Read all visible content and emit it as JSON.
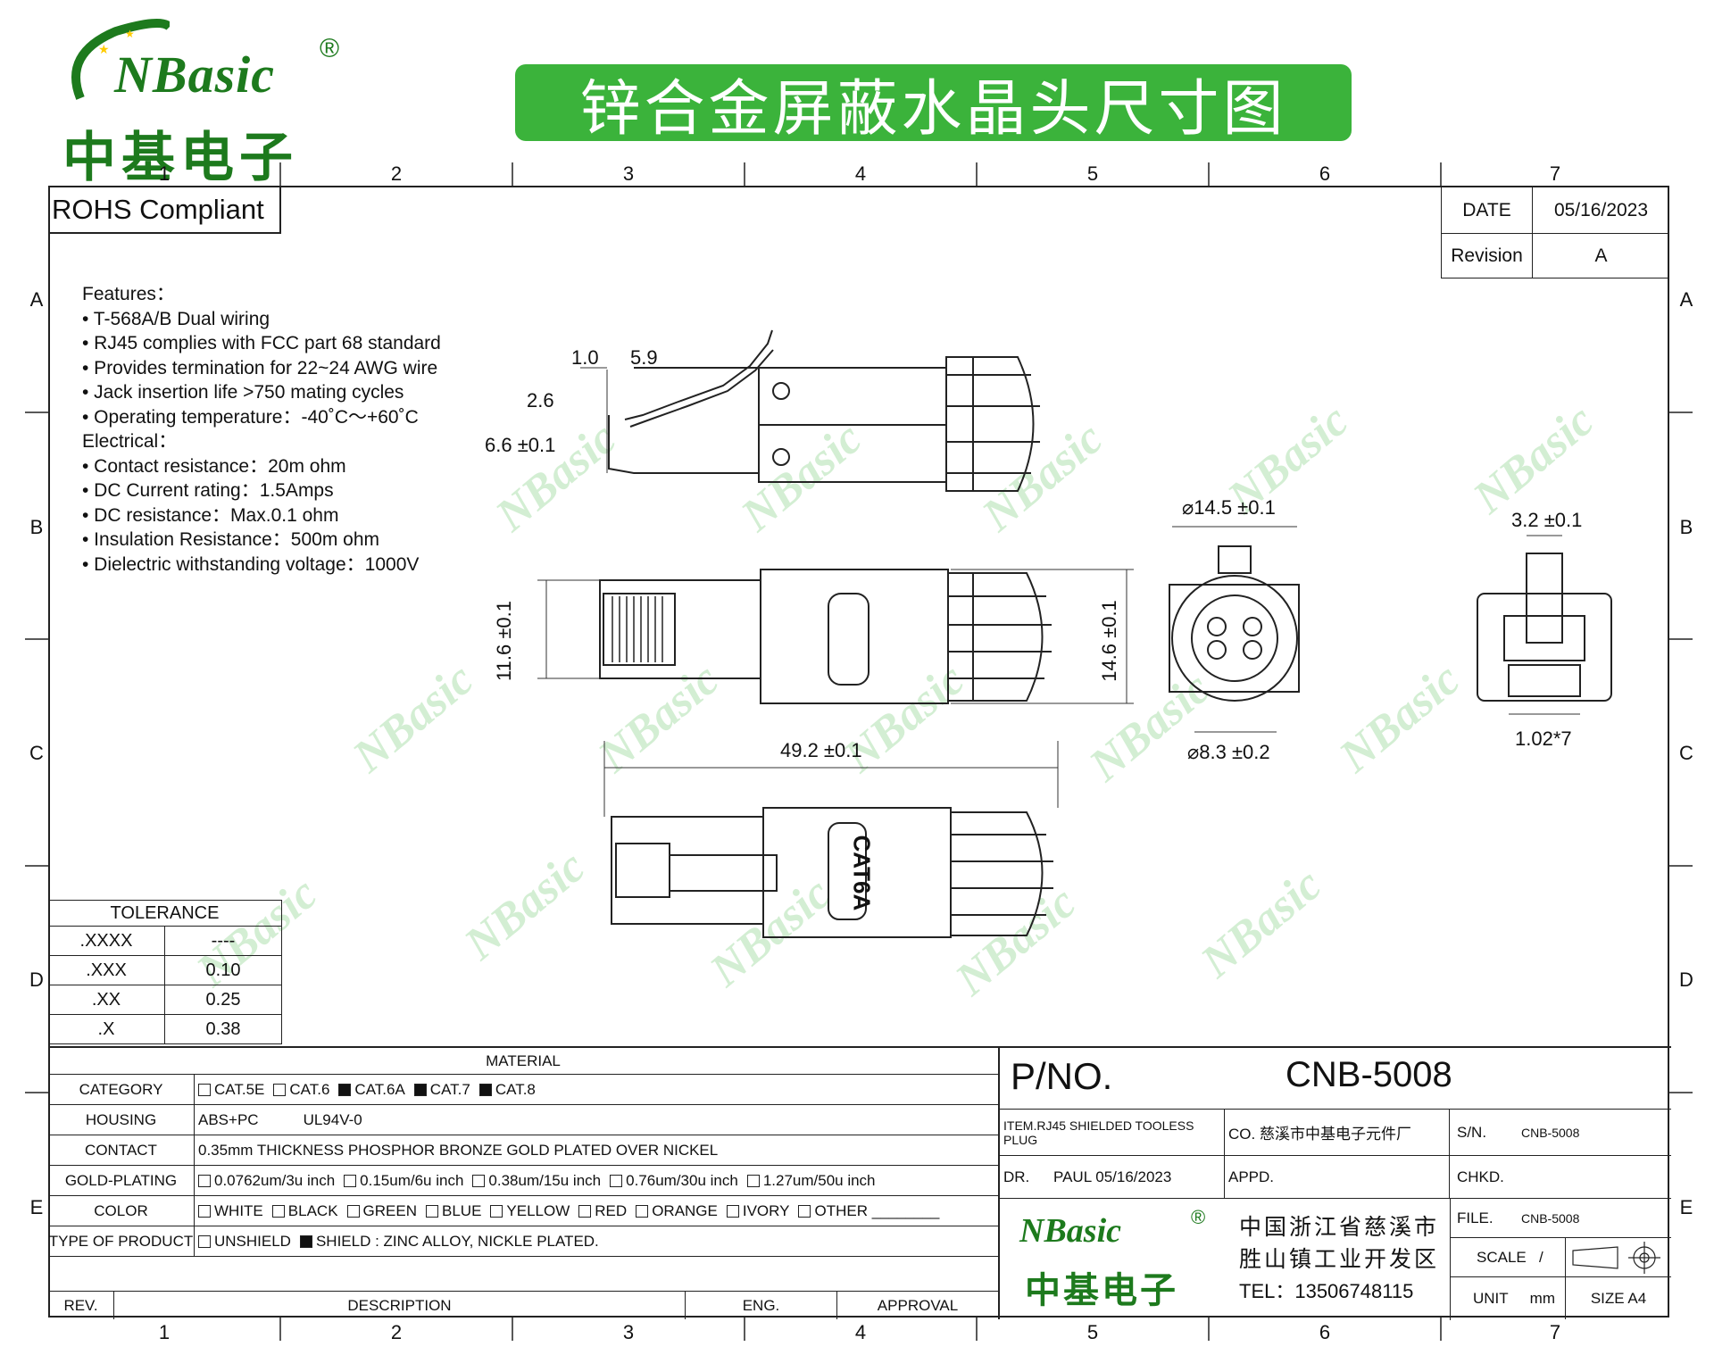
{
  "logo": {
    "name": "NBasic",
    "reg": "®",
    "cn": "中基电子"
  },
  "banner": "锌合金屏蔽水晶头尺寸图",
  "col_numbers": [
    "1",
    "2",
    "3",
    "4",
    "5",
    "6",
    "7"
  ],
  "row_letters": [
    "A",
    "B",
    "C",
    "D",
    "E"
  ],
  "rohs": "ROHS Compliant",
  "header_table": {
    "date_label": "DATE",
    "date_value": "05/16/2023",
    "rev_label": "Revision",
    "rev_value": "A"
  },
  "features": [
    "Features：",
    "• T-568A/B Dual wiring",
    "• RJ45 complies with FCC part 68 standard",
    "• Provides termination for 22~24 AWG wire",
    "• Jack insertion life >750 mating cycles",
    "• Operating temperature：-40˚C～+60˚C",
    "Electrical：",
    "• Contact resistance：20m ohm",
    "• DC Current rating：1.5Amps",
    "• DC resistance：Max.0.1 ohm",
    "• Insulation Resistance：500m ohm",
    "• Dielectric withstanding voltage：1000V"
  ],
  "dimensions": {
    "d1": "1.0",
    "d2": "5.9",
    "d3": "2.6",
    "d4": "6.6 ±0.1",
    "d5": "11.6 ±0.1",
    "d6": "14.6 ±0.1",
    "d7": "49.2 ±0.1",
    "d8": "⌀14.5 ±0.1",
    "d9": "⌀8.3 ±0.2",
    "d10": "3.2 ±0.1",
    "d11": "1.02*7"
  },
  "cat_label": "CAT6A",
  "watermark": "NBasic",
  "tolerance": {
    "title": "TOLERANCE",
    "rows": [
      [
        ".XXXX",
        "----"
      ],
      [
        ".XXX",
        "0.10"
      ],
      [
        ".XX",
        "0.25"
      ],
      [
        ".X",
        "0.38"
      ]
    ]
  },
  "spec": {
    "material": "MATERIAL",
    "category_label": "CATEGORY",
    "category_opts": [
      {
        "t": "CAT.5E",
        "on": false
      },
      {
        "t": "CAT.6",
        "on": false
      },
      {
        "t": "CAT.6A",
        "on": true
      },
      {
        "t": "CAT.7",
        "on": true
      },
      {
        "t": "CAT.8",
        "on": true
      }
    ],
    "housing_label": "HOUSING",
    "housing_value": "ABS+PC",
    "housing_rating": "UL94V-0",
    "contact_label": "CONTACT",
    "contact_value": "0.35mm THICKNESS PHOSPHOR BRONZE GOLD PLATED OVER NICKEL",
    "gold_label": "GOLD-PLATING",
    "gold_opts": [
      {
        "t": "0.0762um/3u inch",
        "on": false
      },
      {
        "t": "0.15um/6u inch",
        "on": false
      },
      {
        "t": "0.38um/15u inch",
        "on": false
      },
      {
        "t": "0.76um/30u inch",
        "on": false
      },
      {
        "t": "1.27um/50u inch",
        "on": false
      }
    ],
    "color_label": "COLOR",
    "color_opts": [
      {
        "t": "WHITE",
        "on": false
      },
      {
        "t": "BLACK",
        "on": false
      },
      {
        "t": "GREEN",
        "on": false
      },
      {
        "t": "BLUE",
        "on": false
      },
      {
        "t": "YELLOW",
        "on": false
      },
      {
        "t": "RED",
        "on": false
      },
      {
        "t": "ORANGE",
        "on": false
      },
      {
        "t": "IVORY",
        "on": false
      },
      {
        "t": "OTHER ________",
        "on": false
      }
    ],
    "type_label": "TYPE OF PRODUCT",
    "type_opts": [
      {
        "t": "UNSHIELD",
        "on": false
      },
      {
        "t": "SHIELD : ZINC ALLOY, NICKLE PLATED.",
        "on": true
      }
    ]
  },
  "rev_row": {
    "rev": "REV.",
    "desc": "DESCRIPTION",
    "eng": "ENG.",
    "appr": "APPROVAL"
  },
  "title_block": {
    "pno_label": "P/NO.",
    "pno_value": "CNB-5008",
    "item": "ITEM.RJ45 SHIELDED TOOLESS PLUG",
    "co": "CO. 慈溪市中基电子元件厂",
    "sn_label": "S/N.",
    "sn_value": "CNB-5008",
    "dr_label": "DR.",
    "dr_value": "PAUL  05/16/2023",
    "appd": "APPD.",
    "chkd": "CHKD.",
    "addr1": "中国浙江省慈溪市",
    "addr2": "胜山镇工业开发区",
    "tel": "TEL：13506748115",
    "file_label": "FILE.",
    "file_value": "CNB-5008",
    "scale_label": "SCALE",
    "scale_value": "/",
    "unit_label": "UNIT",
    "unit_value": "mm",
    "size": "SIZE A4"
  },
  "colors": {
    "green": "#3bb33b",
    "logo_green": "#1d7a1d",
    "watermark": "#c9ebc9"
  }
}
